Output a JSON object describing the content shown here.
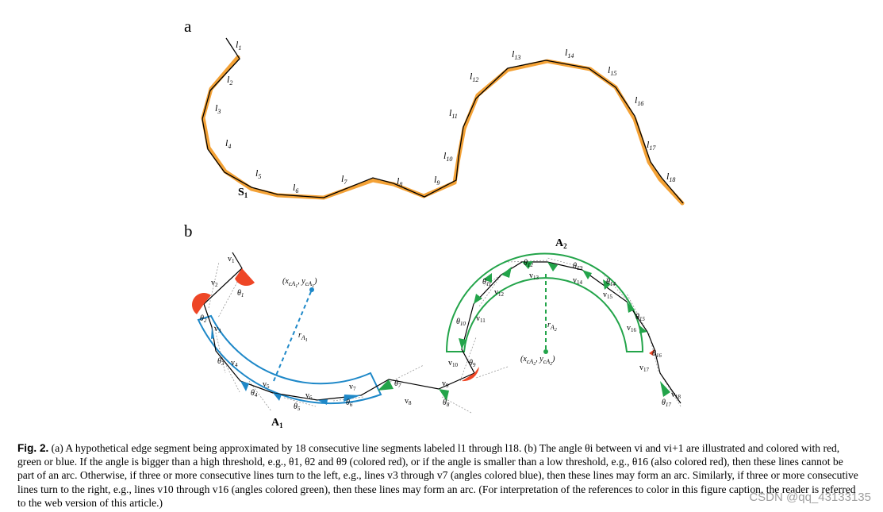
{
  "panels": {
    "a": "a",
    "b": "b"
  },
  "panel_a": {
    "segment_labels": [
      "l",
      "l",
      "l",
      "l",
      "l",
      "l",
      "l",
      "l",
      "l",
      "l",
      "l",
      "l",
      "l",
      "l",
      "l",
      "l",
      "l",
      "l"
    ],
    "segment_subscripts": [
      "1",
      "2",
      "3",
      "4",
      "5",
      "6",
      "7",
      "8",
      "9",
      "10",
      "11",
      "12",
      "13",
      "14",
      "15",
      "16",
      "17",
      "18"
    ],
    "s_label": "S",
    "s_sub": "1"
  },
  "panel_b": {
    "vector_labels": [
      "v",
      "v",
      "v",
      "v",
      "v",
      "v",
      "v",
      "v",
      "v",
      "v",
      "v",
      "v",
      "v",
      "v",
      "v",
      "v",
      "v",
      "v"
    ],
    "vector_subs": [
      "1",
      "2",
      "3",
      "4",
      "5",
      "6",
      "7",
      "8",
      "9",
      "10",
      "11",
      "12",
      "13",
      "14",
      "15",
      "16",
      "17",
      "18"
    ],
    "theta_symbol": "θ",
    "theta_subs": [
      "1",
      "2",
      "3",
      "4",
      "5",
      "6",
      "7",
      "8",
      "9",
      "10",
      "11",
      "12",
      "13",
      "14",
      "15",
      "16",
      "17"
    ],
    "arc1": {
      "name": "A",
      "sub": "1",
      "center_x": "x",
      "center_y": "y",
      "center_sub": "cA",
      "center_sub2": "1",
      "radius": "r",
      "radius_sub": "A",
      "radius_sub2": "1"
    },
    "arc2": {
      "name": "A",
      "sub": "2",
      "center_x": "x",
      "center_y": "y",
      "center_sub": "cA",
      "center_sub2": "2",
      "radius": "r",
      "radius_sub": "A",
      "radius_sub2": "2"
    }
  },
  "colors": {
    "orange": "#f4a236",
    "red": "#ee4626",
    "blue": "#1e88c8",
    "green": "#23a44a",
    "line": "#000000"
  },
  "caption": {
    "fig_label": "Fig. 2.",
    "text": " (a) A hypothetical edge segment being approximated by 18 consecutive line segments labeled l1 through l18. (b) The angle θi between vi and vi+1 are illustrated and colored with red, green or blue. If the angle is bigger than a high threshold, e.g., θ1, θ2 and θ9 (colored red), or if the angle is smaller than a low threshold, e.g., θ16 (also colored red), then these lines cannot be part of an arc. Otherwise, if three or more consecutive lines turn to the left, e.g., lines v3 through v7 (angles colored blue), then these lines may form an arc. Similarly, if three or more consecutive lines turn to the right, e.g., lines v10 through v16 (angles colored green), then these lines may form an arc. (For interpretation of the references to color in this figure caption, the reader is referred to the web version of this article.)"
  },
  "watermark": "CSDN @qq_43133135"
}
